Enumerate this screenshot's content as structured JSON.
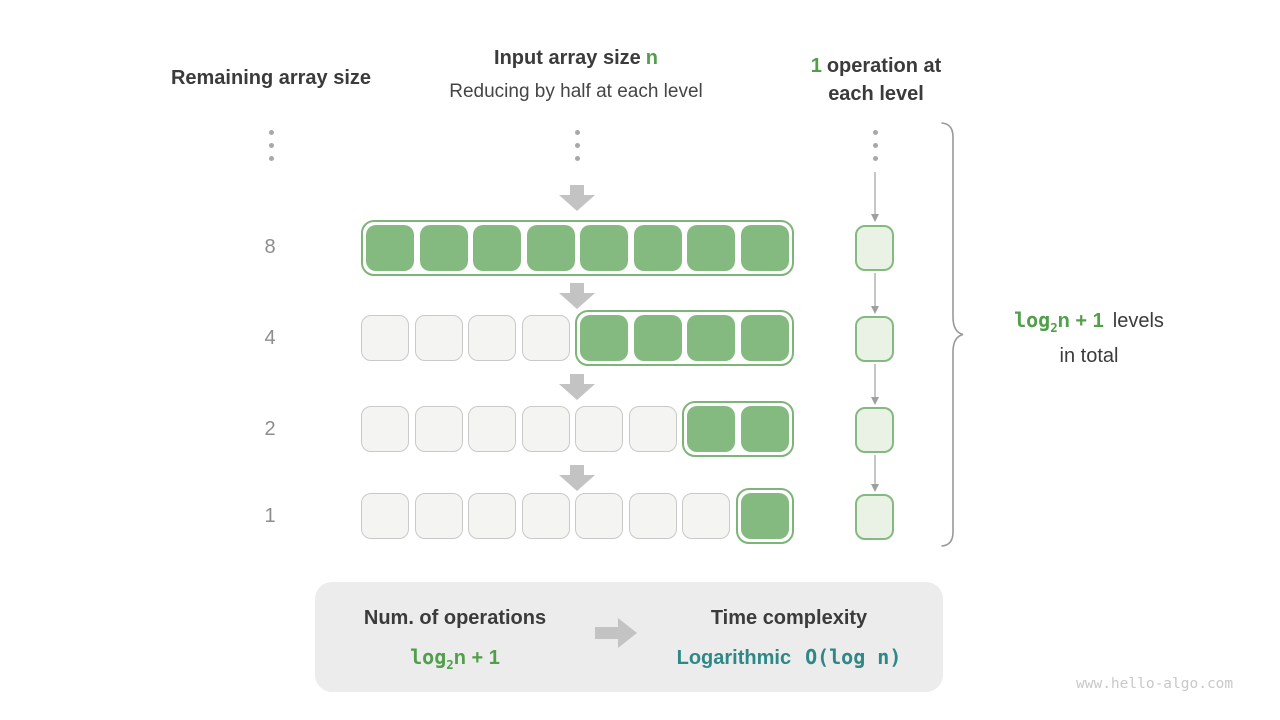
{
  "headers": {
    "left": "Remaining array size",
    "center_title": "Input array size",
    "center_title_highlight": "n",
    "center_subtitle": "Reducing by half at each level",
    "right_highlight": "1",
    "right_line1_rest": "operation at",
    "right_line2": "each level"
  },
  "diagram": {
    "rows": [
      {
        "label": "8",
        "cells": 8,
        "green": 8
      },
      {
        "label": "4",
        "cells": 8,
        "green": 4
      },
      {
        "label": "2",
        "cells": 8,
        "green": 2
      },
      {
        "label": "1",
        "cells": 8,
        "green": 1
      }
    ],
    "operations_per_level": 4
  },
  "right_note": {
    "log": "log",
    "sub": "2",
    "rest": "n + 1",
    "levels": "levels",
    "line2": "in total"
  },
  "summary": {
    "operations_title": "Num. of operations",
    "operations_log": "log",
    "operations_sub": "2",
    "operations_rest": "n + 1",
    "complexity_title": "Time complexity",
    "complexity_name": "Logarithmic",
    "complexity_value": "O(log n)"
  },
  "watermark": "www.hello-algo.com",
  "colors": {
    "cellGreen": "#84ba80",
    "groupBorder": "#7db578",
    "grayFill": "#f4f4f3",
    "grayBorder": "#c9c9c8",
    "opFill": "#e9f2e5",
    "opBorder": "#84ba80",
    "bigArrow": "#c3c3c3",
    "thinLine": "#9f9f9f",
    "dots": "#a8a8a8",
    "textDark": "#3b3b3b",
    "textGray": "#8d8d8d",
    "greenText": "#519e4b",
    "teal": "#2e8886",
    "boxBg": "#ececec",
    "brace": "#999999",
    "watermark": "#c8c8c8"
  }
}
